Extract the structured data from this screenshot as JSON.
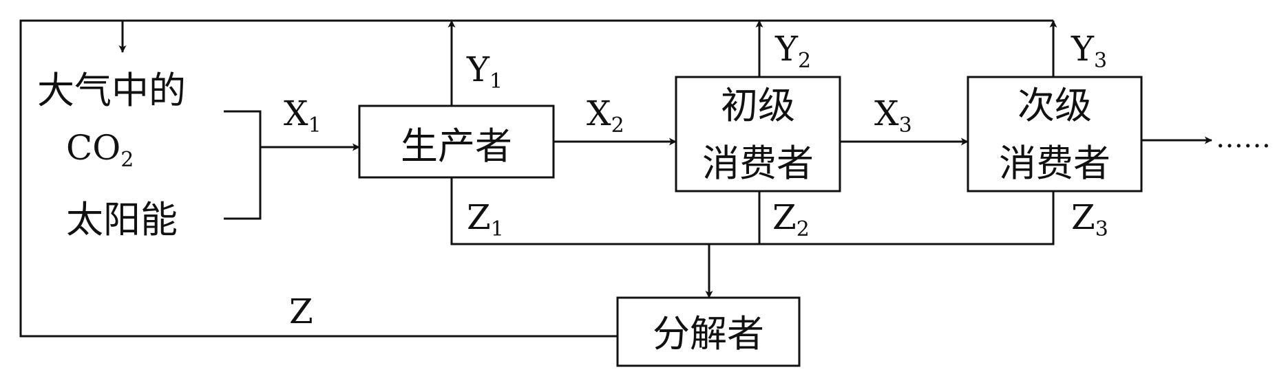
{
  "nodes": {
    "atmosphere_co2": {
      "line1": "大气中的",
      "line2_main": "CO",
      "line2_sub": "2"
    },
    "solar_energy": "太阳能",
    "producer": "生产者",
    "primary_consumer": {
      "line1": "初级",
      "line2": "消费者"
    },
    "secondary_consumer": {
      "line1": "次级",
      "line2": "消费者"
    },
    "decomposer": "分解者",
    "continuation": "……"
  },
  "labels": {
    "x1": {
      "main": "X",
      "sub": "1"
    },
    "x2": {
      "main": "X",
      "sub": "2"
    },
    "x3": {
      "main": "X",
      "sub": "3"
    },
    "y1": {
      "main": "Y",
      "sub": "1"
    },
    "y2": {
      "main": "Y",
      "sub": "2"
    },
    "y3": {
      "main": "Y",
      "sub": "3"
    },
    "z1": {
      "main": "Z",
      "sub": "1"
    },
    "z2": {
      "main": "Z",
      "sub": "2"
    },
    "z3": {
      "main": "Z",
      "sub": "3"
    },
    "z": "Z"
  },
  "colors": {
    "ink": "#111111",
    "background": "#ffffff"
  }
}
